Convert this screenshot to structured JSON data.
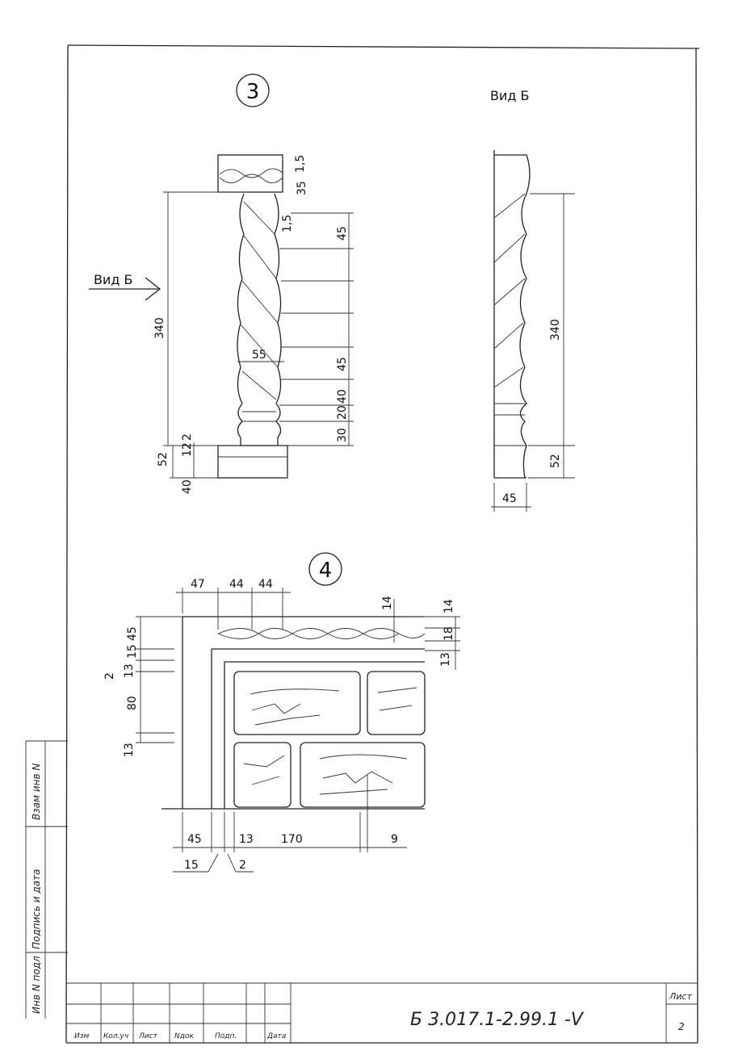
{
  "drawing_code": "Б 3.017.1-2.99.1 -V",
  "sheet": {
    "label": "Лист",
    "number": "2"
  },
  "callout_3": {
    "marker": "3",
    "view_title": "Вид Б",
    "view_arrow_label": "Вид Б",
    "dims": {
      "height_left": "340",
      "d55": "55",
      "d52": "52",
      "d40": "40",
      "d12": "12",
      "d2": "2",
      "d1_5a": "1,5",
      "d1_5b": "1,5",
      "d35": "35",
      "d45a": "45",
      "d45b": "45",
      "d40r": "40",
      "d20": "20",
      "d30": "30"
    }
  },
  "view_b": {
    "dims": {
      "height": "340",
      "d52": "52",
      "width": "45"
    }
  },
  "callout_4": {
    "marker": "4",
    "dims": {
      "t47": "47",
      "t44a": "44",
      "t44b": "44",
      "l45": "45",
      "l15": "15",
      "l13a": "13",
      "l2": "2",
      "l80": "80",
      "l13b": "13",
      "r14a": "14",
      "r14b": "14",
      "r18": "18",
      "r13": "13",
      "b45": "45",
      "b13": "13",
      "b170": "170",
      "b9": "9",
      "b15": "15",
      "b2": "2"
    }
  },
  "side_stamp": {
    "cells": [
      "Взам инв N",
      "Подпись и дата",
      "Инв N подл"
    ]
  },
  "title_block": {
    "cells": [
      "Изм",
      "Кол.уч",
      "Лист",
      "Nдок",
      "Подп.",
      "Дата"
    ]
  }
}
